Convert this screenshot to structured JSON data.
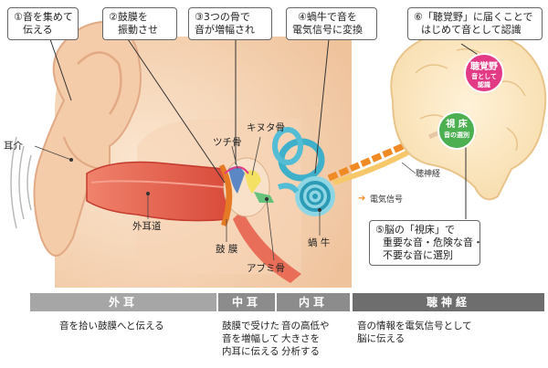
{
  "steps": {
    "s1": {
      "line1": "①音を集めて",
      "line2": "伝える"
    },
    "s2": {
      "line1": "②鼓膜を",
      "line2": "振動させ"
    },
    "s3": {
      "line1": "③3つの骨で",
      "line2": "音が増幅され"
    },
    "s4": {
      "line1": "④蝸牛で音を",
      "line2": "電気信号に変換"
    },
    "s5": {
      "line1": "⑤脳の「視床」で",
      "line2": "重要な音・危険な音・",
      "line3": "不要な音に選別"
    },
    "s6": {
      "line1": "⑥「聴覚野」に届くことで",
      "line2": "はじめて音として認識"
    }
  },
  "labels": {
    "auricle": "耳介",
    "ear_canal": "外耳道",
    "eardrum": "鼓 膜",
    "tsuchi": "ツチ骨",
    "kinuta": "キヌタ骨",
    "abumi": "アブミ骨",
    "cochlea": "蝸 牛",
    "nerve": "聴神経",
    "signal": "電気信号",
    "signal_arrow": "➔"
  },
  "brain": {
    "auditory_title": "聴覚野",
    "auditory_sub1": "音として",
    "auditory_sub2": "認識",
    "thalamus_title": "視 床",
    "thalamus_sub": "音の選別"
  },
  "sections": [
    {
      "name": "外耳",
      "desc1": "音を拾い鼓膜へと伝える",
      "desc2": "",
      "desc3": ""
    },
    {
      "name": "中耳",
      "desc1": "鼓膜で受けた",
      "desc2": "音を増幅して",
      "desc3": "内耳に伝える"
    },
    {
      "name": "内耳",
      "desc1": "音の高低や",
      "desc2": "大きさを",
      "desc3": "分析する"
    },
    {
      "name": "聴神経",
      "desc1": "音の情報を電気信号として",
      "desc2": "脳に伝える",
      "desc3": ""
    }
  ],
  "colors": {
    "outer": "#a6a6a6",
    "middle": "#8c8c8c",
    "inner": "#8c8c8c",
    "nerve": "#6e6e6e",
    "skin": "#f2cfae",
    "canal": "#e8634f",
    "auditory_cortex": "#e33a86",
    "thalamus": "#4caf50",
    "signal": "#f08a24"
  }
}
